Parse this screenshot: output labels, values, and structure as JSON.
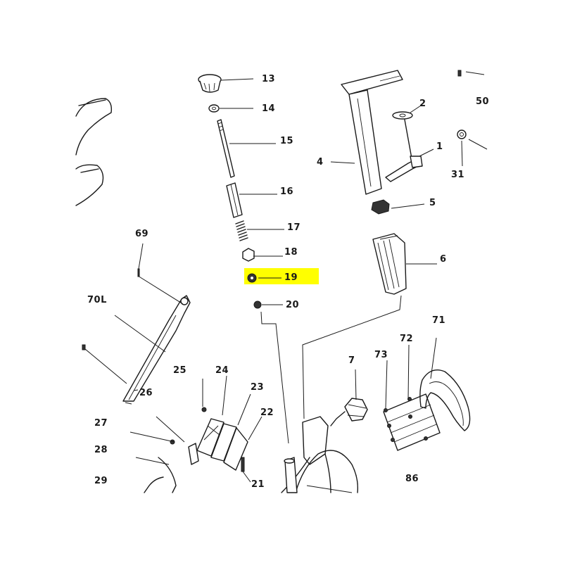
{
  "labels": {
    "p1": "1",
    "p2": "2",
    "p4": "4",
    "p5": "5",
    "p6": "6",
    "p7": "7",
    "p13": "13",
    "p14": "14",
    "p15": "15",
    "p16": "16",
    "p17": "17",
    "p18": "18",
    "p19": "19",
    "p20": "20",
    "p21": "21",
    "p22": "22",
    "p23": "23",
    "p24": "24",
    "p25": "25",
    "p26": "26",
    "p27": "27",
    "p28": "28",
    "p29": "29",
    "p31": "31",
    "p50": "50",
    "p69": "69",
    "p70L": "70L",
    "p71": "71",
    "p72": "72",
    "p73": "73",
    "p86": "86"
  },
  "highlight": {
    "part": "19",
    "color": "#ffff00"
  },
  "colors": {
    "ink": "#1a1a1a",
    "background": "#ffffff"
  }
}
